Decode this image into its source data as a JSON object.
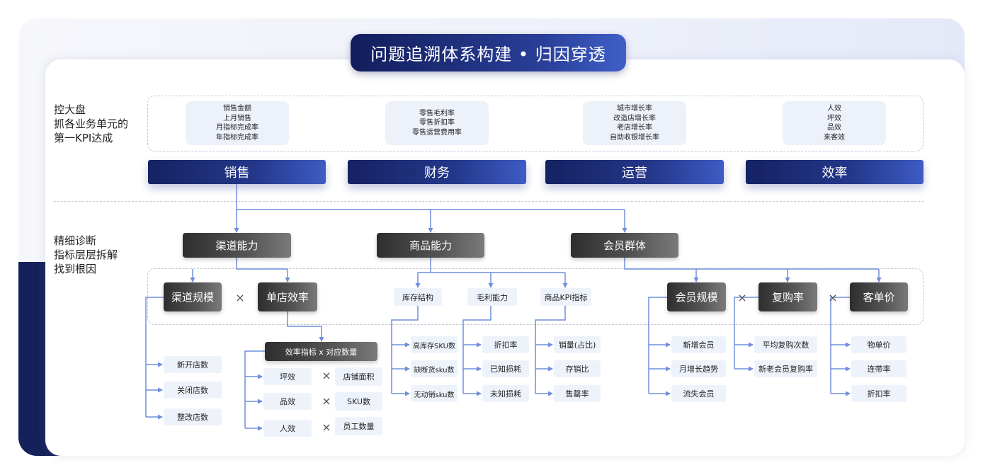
{
  "title": "问题追溯体系构建 • 归因穿透",
  "section1": {
    "lines": [
      "控大盘",
      "抓各业务单元的",
      "第一KPI达成"
    ]
  },
  "section2": {
    "lines": [
      "精细诊断",
      "指标层层拆解",
      "找到根因"
    ]
  },
  "kpi_boxes": [
    [
      "销售金额",
      "上月销售",
      "月指标完成率",
      "年指标完成率"
    ],
    [
      "零售毛利率",
      "零售折扣率",
      "零售运营费用率"
    ],
    [
      "城市增长率",
      "改造店增长率",
      "老店增长率",
      "自助收银增长率"
    ],
    [
      "人效",
      "坪效",
      "品效",
      "来客效"
    ]
  ],
  "categories": [
    "销售",
    "财务",
    "运营",
    "效率"
  ],
  "level2": [
    "渠道能力",
    "商品能力",
    "会员群体"
  ],
  "channel": {
    "scale": "渠道规模",
    "efficiency": "单店效率",
    "times": "×",
    "scale_items": [
      "新开店数",
      "关闭店数",
      "整改店数"
    ],
    "formula": "效率指标 x 对应数量",
    "pairs": [
      [
        "坪效",
        "店铺面积"
      ],
      [
        "品效",
        "SKU数"
      ],
      [
        "人效",
        "员工数量"
      ]
    ]
  },
  "product": {
    "groups": [
      {
        "label": "库存结构",
        "items": [
          "高库存SKU数",
          "缺断货sku数",
          "无动销sku数"
        ]
      },
      {
        "label": "毛利能力",
        "items": [
          "折扣率",
          "已知损耗",
          "未知损耗"
        ]
      },
      {
        "label": "商品KPI指标",
        "items": [
          "销量(占比)",
          "存销比",
          "售罄率"
        ]
      }
    ]
  },
  "member": {
    "groups": [
      {
        "label": "会员规模",
        "items": [
          "新增会员",
          "月增长趋势",
          "流失会员"
        ]
      },
      {
        "label": "复购率",
        "items": [
          "平均复购次数",
          "新老会员复购率"
        ]
      },
      {
        "label": "客单价",
        "items": [
          "物单价",
          "连带率",
          "折扣率"
        ]
      }
    ]
  },
  "colors": {
    "navy": "#152262",
    "accent": "#3e5cc4",
    "line": "#6f8fdc",
    "dark": "#333333"
  }
}
